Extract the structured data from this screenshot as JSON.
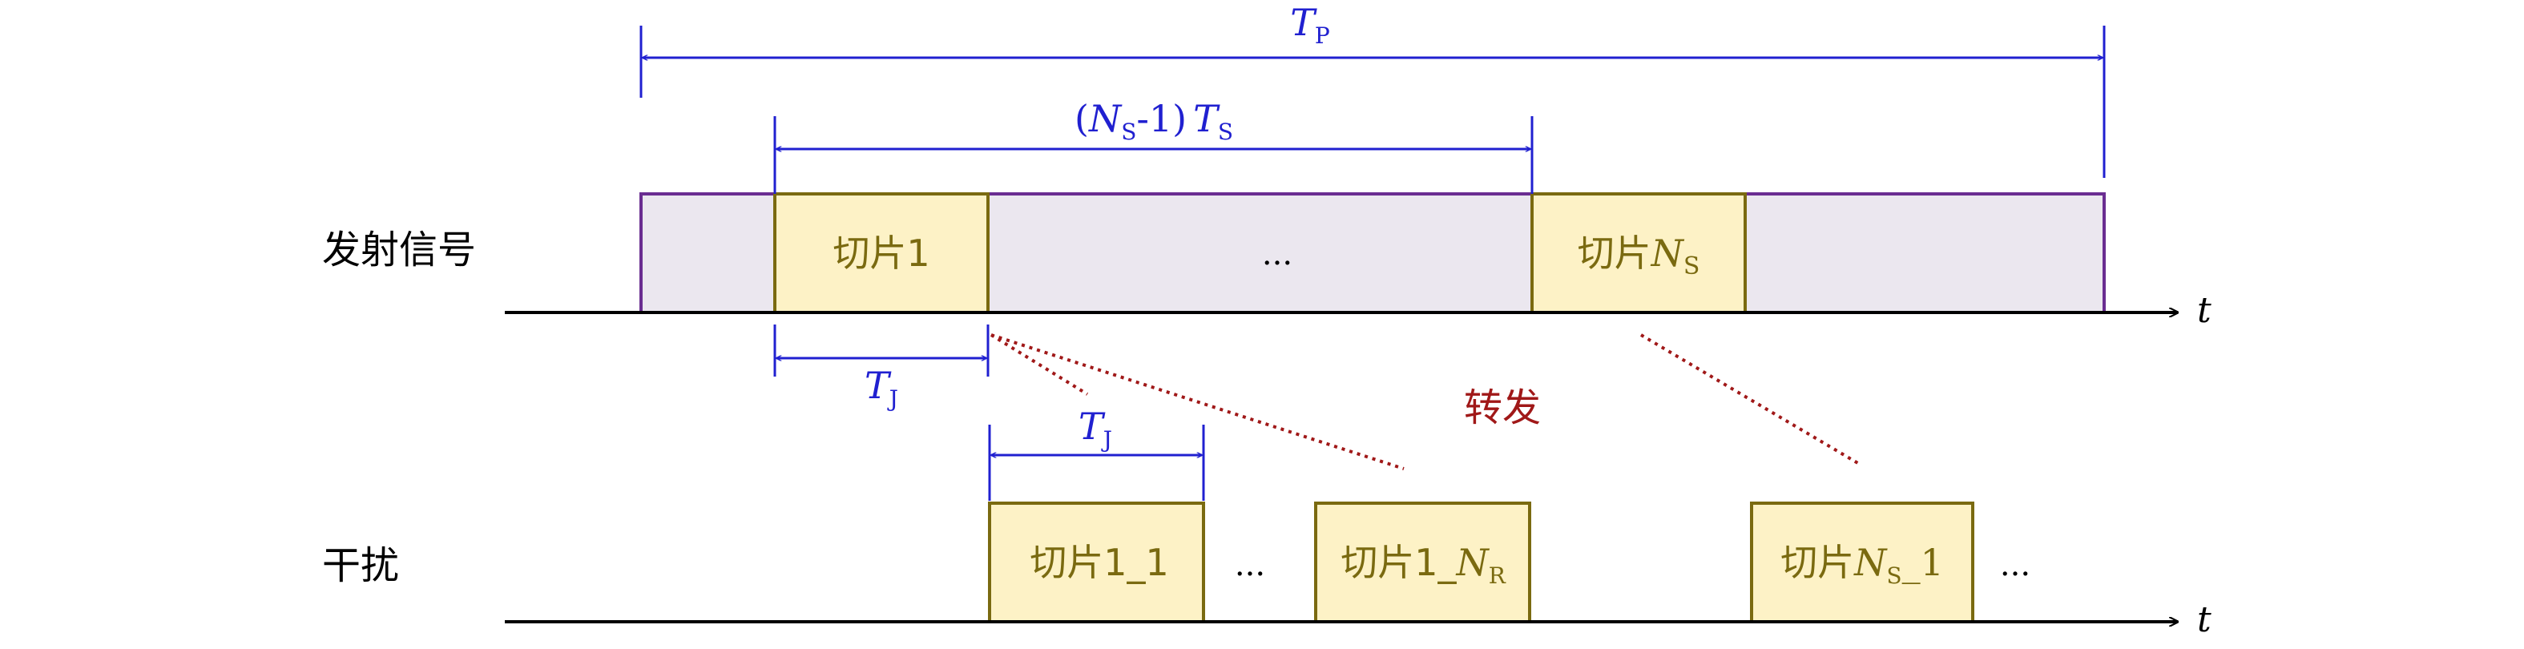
{
  "rows": {
    "transmit_label": "发射信号",
    "jamming_label": "干扰"
  },
  "axis": {
    "time_symbol": "t"
  },
  "dims": {
    "tp": {
      "main": "T",
      "sub": "P"
    },
    "ns_ts": {
      "open": "(",
      "n": "N",
      "n_sub": "S",
      "minus_one": "-1)",
      "t": "T",
      "t_sub": "S"
    },
    "tj_top": {
      "main": "T",
      "sub": "J"
    },
    "tj_bottom": {
      "main": "T",
      "sub": "J"
    }
  },
  "transmit": {
    "slice1": "切片1",
    "ellipsis": "...",
    "sliceN_prefix": "切片",
    "sliceN_var": "N",
    "sliceN_sub": "S"
  },
  "forward_label": "转发",
  "jamming": {
    "s11": "切片1_1",
    "dots1": "...",
    "s1N_prefix": "切片1_",
    "s1N_var": "N",
    "s1N_sub": "R",
    "sN1_prefix": "切片",
    "sN1_var": "N",
    "sN1_sub": "S",
    "sN1_suffix": "_1",
    "dots2": "..."
  },
  "colors": {
    "blue": "#2020d0",
    "purple": "#6a2d91",
    "slice_fill": "#fdf2c6",
    "slice_border": "#7a6a10",
    "slice_text": "#7a6a10",
    "region_fill": "#ebe7ef",
    "red": "#a01818",
    "black": "#000000"
  }
}
